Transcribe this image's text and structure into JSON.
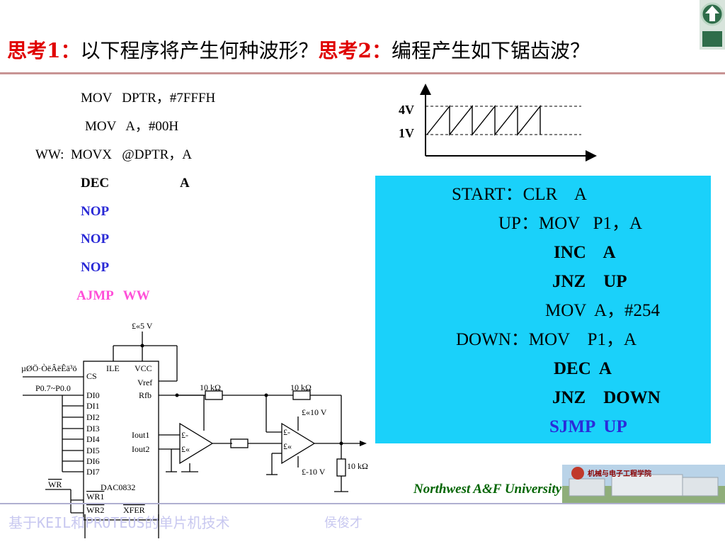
{
  "title": {
    "q1_label": "思考1：",
    "q1_text": "以下程序将产生何种波形？",
    "q2_label": "思考2：",
    "q2_text": "编程产生如下锯齿波？"
  },
  "program1": {
    "line1": "MOV   DPTR，#7FFFH",
    "line2": "MOV   A，#00H",
    "line3": "WW:  MOVX   @DPTR，A",
    "line4_op": "DEC",
    "line4_arg": "A",
    "nop1": "NOP",
    "nop2": "NOP",
    "nop3": "NOP",
    "line_last": "AJMP   WW"
  },
  "waveform": {
    "label_high": "4V",
    "label_low": "1V",
    "teeth": 5
  },
  "program2": {
    "l1": "START：CLR    A",
    "l2": "UP：MOV   P1，A",
    "l3": "INC    A",
    "l4": "JNZ    UP",
    "l5": "MOV  A，#254",
    "l6": "DOWN：MOV    P1，A",
    "l7": "DEC  A",
    "l8": "JNZ    DOWN",
    "l9": "SJMP  UP"
  },
  "circuit": {
    "vcc_top": "£«5 V",
    "addr_label": "µØÖ·ÒëÂëÊä³ö",
    "bus_label": "P0.7~P0.0",
    "wr_label": "WR",
    "chip_name": "DAC0832",
    "pins_left": [
      "CS",
      "DI0",
      "DI1",
      "DI2",
      "DI3",
      "DI4",
      "DI5",
      "DI6",
      "DI7",
      "WR1",
      "WR2"
    ],
    "pin_ile": "ILE",
    "pin_vcc": "VCC",
    "pin_vref": "Vref",
    "pin_rfb": "Rfb",
    "pin_iout1": "Iout1",
    "pin_iout2": "Iout2",
    "pin_xfer": "XFER",
    "r1": "10 kΩ",
    "r2": "10 kΩ",
    "r3": "10 kΩ",
    "op_minus": "£-",
    "op_plus": "£«",
    "vpos": "£«10 V",
    "vneg": "£-10 V"
  },
  "footer": {
    "course": "基于KEIL和PROTEUS的单片机技术",
    "author": "侯俊才",
    "university": "Northwest  A&F  University",
    "logo_text": "机械与电子工程学院"
  },
  "colors": {
    "accent_red": "#e00000",
    "box_cyan": "#1ad1fa",
    "blue_text": "#2b2bd9",
    "magenta_text": "#ff4fd8"
  }
}
